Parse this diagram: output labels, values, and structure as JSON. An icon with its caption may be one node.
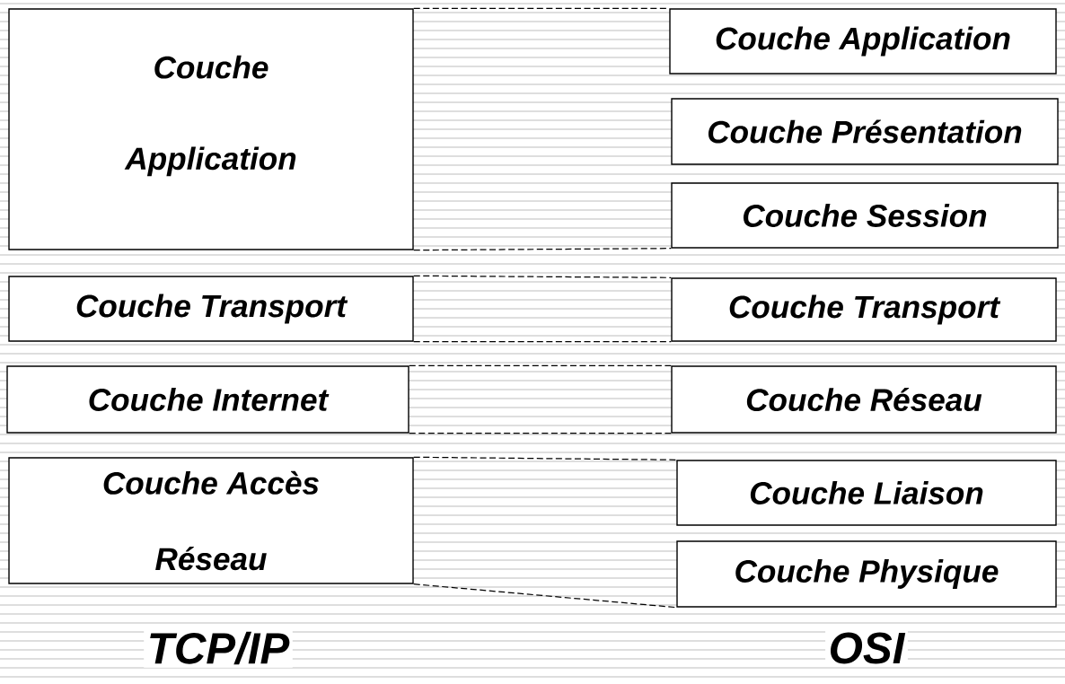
{
  "diagram": {
    "nodes": [
      {
        "text": [
          "Couche Application"
        ]
      },
      {
        "text": [
          "Couche Application"
        ]
      },
      {
        "text": [
          "Couche Présentation"
        ]
      },
      {
        "text": [
          "Couche Session"
        ]
      },
      {
        "text": [
          "Couche Transport"
        ]
      },
      {
        "text": [
          "Couche Transport"
        ]
      },
      {
        "text": [
          "Couche Internet"
        ]
      },
      {
        "text": [
          "Couche Réseau"
        ]
      },
      {
        "text": [
          "Couche Accès Réseau"
        ]
      },
      {
        "text": [
          "Couche Liaison"
        ]
      },
      {
        "text": [
          "Couche Physique"
        ]
      }
    ],
    "edges": [
      {
        "from": 0,
        "to": 1,
        "arrow": "none",
        "style": "dashed"
      },
      {
        "from": 0,
        "to": 3,
        "arrow": "none",
        "style": "dashed"
      },
      {
        "from": 4,
        "to": 5,
        "arrow": "none",
        "style": "dashed"
      },
      {
        "from": 4,
        "to": 5,
        "arrow": "none",
        "style": "dashed"
      },
      {
        "from": 6,
        "to": 7,
        "arrow": "none",
        "style": "dashed"
      },
      {
        "from": 6,
        "to": 7,
        "arrow": "none",
        "style": "dashed"
      },
      {
        "from": 8,
        "to": 9,
        "arrow": "none",
        "style": "dashed"
      },
      {
        "from": 8,
        "to": 10,
        "arrow": "none",
        "style": "dashed"
      }
    ],
    "labels": [
      "TCP/IP",
      "OSI"
    ]
  }
}
